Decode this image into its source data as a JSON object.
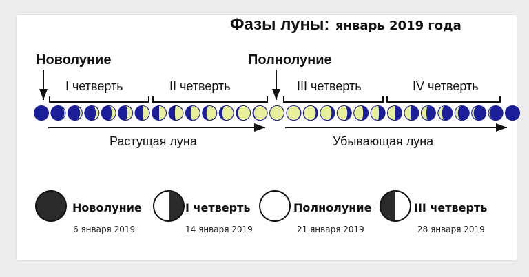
{
  "title": {
    "main": "Фазы луны:",
    "sub": "январь 2019 года"
  },
  "markers": {
    "new_moon": "Новолуние",
    "full_moon": "Полнолуние"
  },
  "quarters": [
    "I четверть",
    "II четверть",
    "III четверть",
    "IV четверть"
  ],
  "phases": {
    "waxing": "Растущая луна",
    "waning": "Убывающая луна"
  },
  "legend": [
    {
      "name": "Новолуние",
      "date": "6 января 2019"
    },
    {
      "name": "I четверть",
      "date": "14 января 2019"
    },
    {
      "name": "Полнолуние",
      "date": "21 января 2019"
    },
    {
      "name": "III четверть",
      "date": "28 января 2019"
    }
  ],
  "colors": {
    "moon_dark": "#1c1f9a",
    "moon_light": "#e8ef9a",
    "legend_dark": "#2a2a2a",
    "line": "#111111",
    "background": "#ffffff"
  }
}
